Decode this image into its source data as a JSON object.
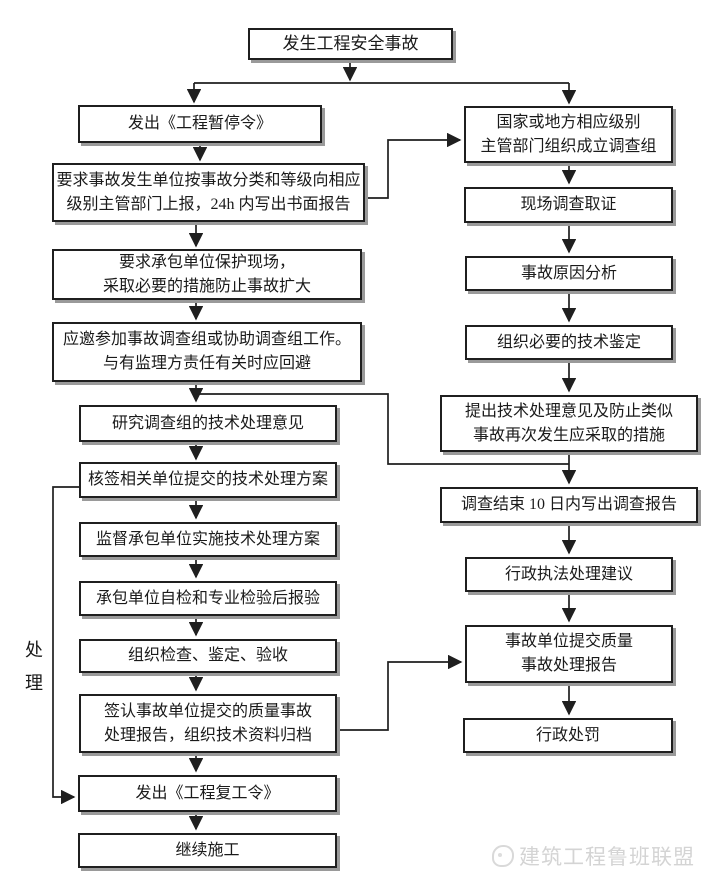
{
  "nodes": {
    "start": {
      "lines": [
        "发生工程安全事故"
      ]
    },
    "l1": {
      "lines": [
        "发出《工程暂停令》"
      ]
    },
    "l2": {
      "lines": [
        "要求事故发生单位按事故分类和等级向相应",
        "级别主管部门上报，24h 内写出书面报告"
      ]
    },
    "l3": {
      "lines": [
        "要求承包单位保护现场，",
        "采取必要的措施防止事故扩大"
      ]
    },
    "l4": {
      "lines": [
        "应邀参加事故调查组或协助调查组工作。",
        "与有监理方责任有关时应回避"
      ]
    },
    "l5": {
      "lines": [
        "研究调查组的技术处理意见"
      ]
    },
    "l6": {
      "lines": [
        "核签相关单位提交的技术处理方案"
      ]
    },
    "l7": {
      "lines": [
        "监督承包单位实施技术处理方案"
      ]
    },
    "l8": {
      "lines": [
        "承包单位自检和专业检验后报验"
      ]
    },
    "l9": {
      "lines": [
        "组织检查、鉴定、验收"
      ]
    },
    "l10": {
      "lines": [
        "签认事故单位提交的质量事故",
        "处理报告，组织技术资料归档"
      ]
    },
    "l11": {
      "lines": [
        "发出《工程复工令》"
      ]
    },
    "l12": {
      "lines": [
        "继续施工"
      ]
    },
    "r1": {
      "lines": [
        "国家或地方相应级别",
        "主管部门组织成立调查组"
      ]
    },
    "r2": {
      "lines": [
        "现场调查取证"
      ]
    },
    "r3": {
      "lines": [
        "事故原因分析"
      ]
    },
    "r4": {
      "lines": [
        "组织必要的技术鉴定"
      ]
    },
    "r5": {
      "lines": [
        "提出技术处理意见及防止类似",
        "事故再次发生应采取的措施"
      ]
    },
    "r6": {
      "lines": [
        "调查结束 10 日内写出调查报告"
      ]
    },
    "r7": {
      "lines": [
        "行政执法处理建议"
      ]
    },
    "r8": {
      "lines": [
        "事故单位提交质量",
        "事故处理报告"
      ]
    },
    "r9": {
      "lines": [
        "行政处罚"
      ]
    }
  },
  "labels": {
    "side_label": "处理",
    "watermark": "建筑工程鲁班联盟"
  },
  "colors": {
    "background": "#ffffff",
    "line": "#1f1f1f",
    "box_shadow": "#9a9a9a",
    "watermark": "#d4d4d4"
  }
}
